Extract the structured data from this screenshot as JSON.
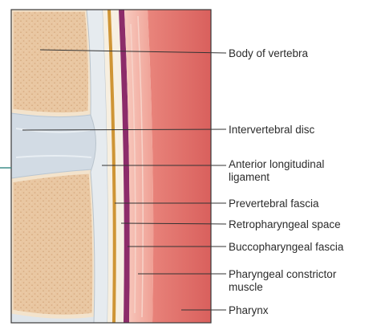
{
  "labels": {
    "body_of_vertebra": "Body of vertebra",
    "intervertebral_disc": "Intervertebral disc",
    "anterior_longitudinal_ligament_line1": "Anterior longitudinal",
    "anterior_longitudinal_ligament_line2": "ligament",
    "prevertebral_fascia": "Prevertebral fascia",
    "retropharyngeal_space": "Retropharyngeal space",
    "buccopharyngeal_fascia": "Buccopharyngeal fascia",
    "pharyngeal_constrictor_muscle_line1": "Pharyngeal constrictor",
    "pharyngeal_constrictor_muscle_line2": "muscle",
    "pharynx": "Pharynx"
  },
  "colors": {
    "vertebra_fill": "#e9c7a2",
    "vertebra_rim": "#f3e3cc",
    "disc_fill": "#d2dbe4",
    "ligament": "#e6ebef",
    "prevertebral_fascia": "#cf9535",
    "retropharyngeal_space": "#f6efe2",
    "buccopharyngeal_fascia": "#8c2c6a",
    "constrictor_muscle": "#f4b6ab",
    "pharynx": "#de6f6a",
    "leader_line": "#333333"
  }
}
